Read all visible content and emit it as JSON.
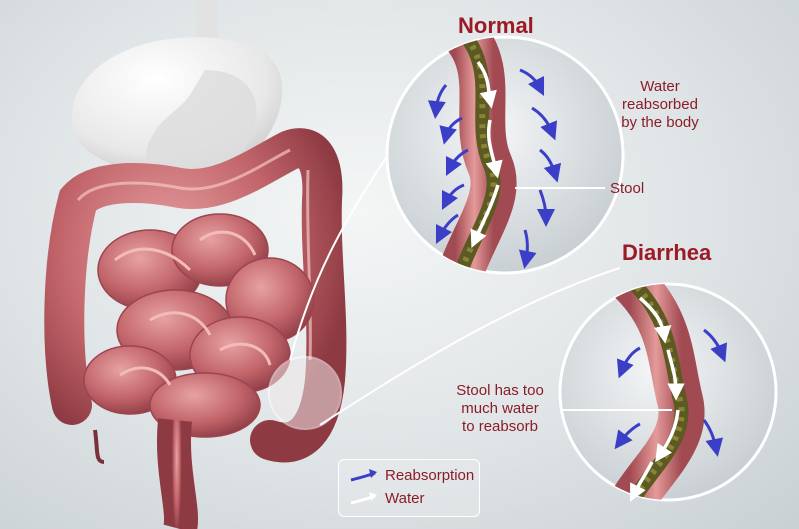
{
  "labels": {
    "normal_title": "Normal",
    "diarrhea_title": "Diarrhea",
    "water_reabsorbed": [
      "Water",
      "reabsorbed",
      "by the body"
    ],
    "stool": "Stool",
    "stool_too_much": [
      "Stool has too",
      "much water",
      "to reabsorb"
    ]
  },
  "legend": {
    "reabsorption": "Reabsorption",
    "water": "Water"
  },
  "colors": {
    "reabsorption_arrow": "#3b3fc8",
    "water_arrow": "#ffffff",
    "label_text": "#8b1d27",
    "intestine": "#c86a6e",
    "liver": "#eeeeee"
  }
}
